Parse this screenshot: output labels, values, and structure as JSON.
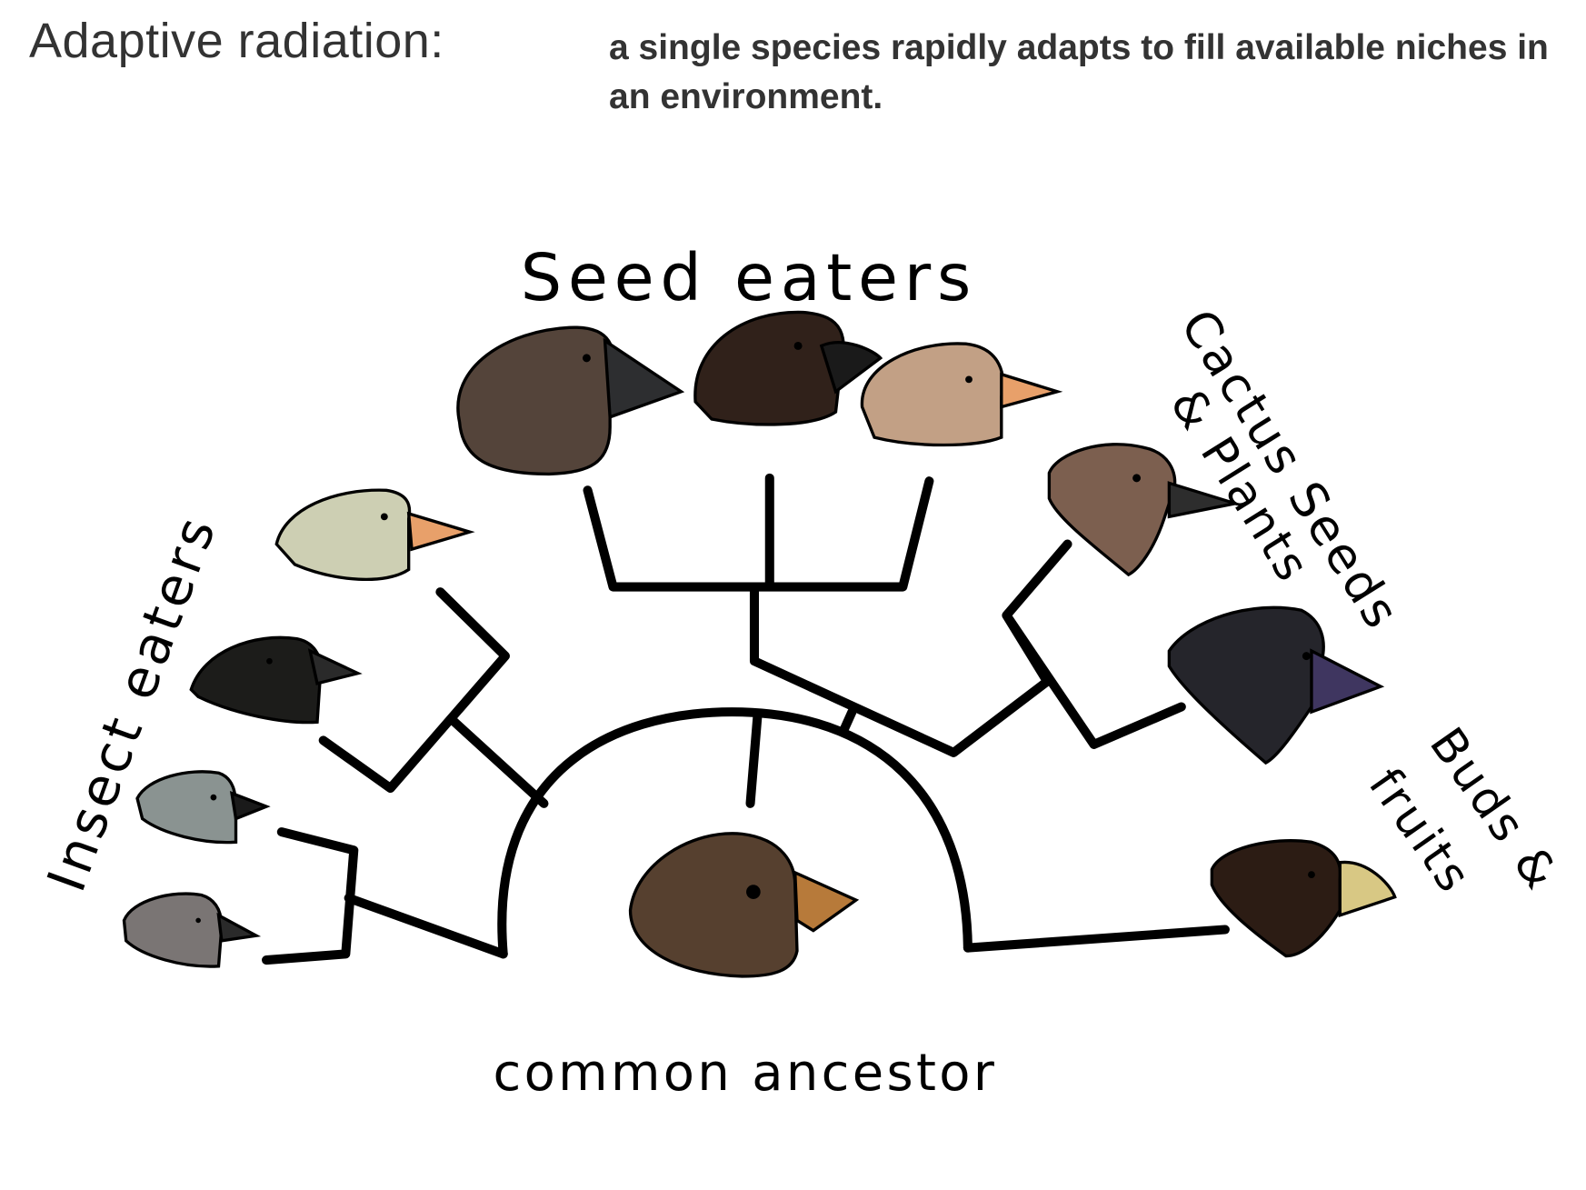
{
  "header": {
    "term": "Adaptive radiation:",
    "definition": "a single species rapidly adapts to fill available niches in an environment."
  },
  "labels": {
    "seed_eaters": "Seed eaters",
    "insect_eaters": "Insect eaters",
    "cactus_line1": "Cactus Seeds",
    "cactus_line2": "& Plants",
    "buds_line1": "Buds &",
    "buds_line2": "fruits",
    "common_ancestor": "common ancestor"
  },
  "groups": [
    {
      "name": "Insect eaters",
      "bird_count": 4
    },
    {
      "name": "Seed eaters",
      "bird_count": 3
    },
    {
      "name": "Cactus Seeds & Plants",
      "bird_count": 2
    },
    {
      "name": "Buds & fruits",
      "bird_count": 1
    }
  ],
  "colors": {
    "title_text": "#333333",
    "branch": "#000000",
    "ancestor_head": "#56402f",
    "ancestor_beak": "#b77a3a",
    "seed1_head": "#54443a",
    "seed2_head": "#30211a",
    "seed3_head": "#c2a085",
    "insect1_head": "#cdcfb3",
    "insect2_head": "#1c1c1a",
    "insect3_head": "#8a9391",
    "insect4_head": "#7a7574",
    "cactus1_head": "#7c5f4f",
    "cactus2_head": "#25252b",
    "buds_head": "#2c1c14",
    "orange_beak": "#e8a06a",
    "dark_beak": "#222222",
    "purple_beak": "#3f3660",
    "yellow_beak": "#d8c884"
  }
}
